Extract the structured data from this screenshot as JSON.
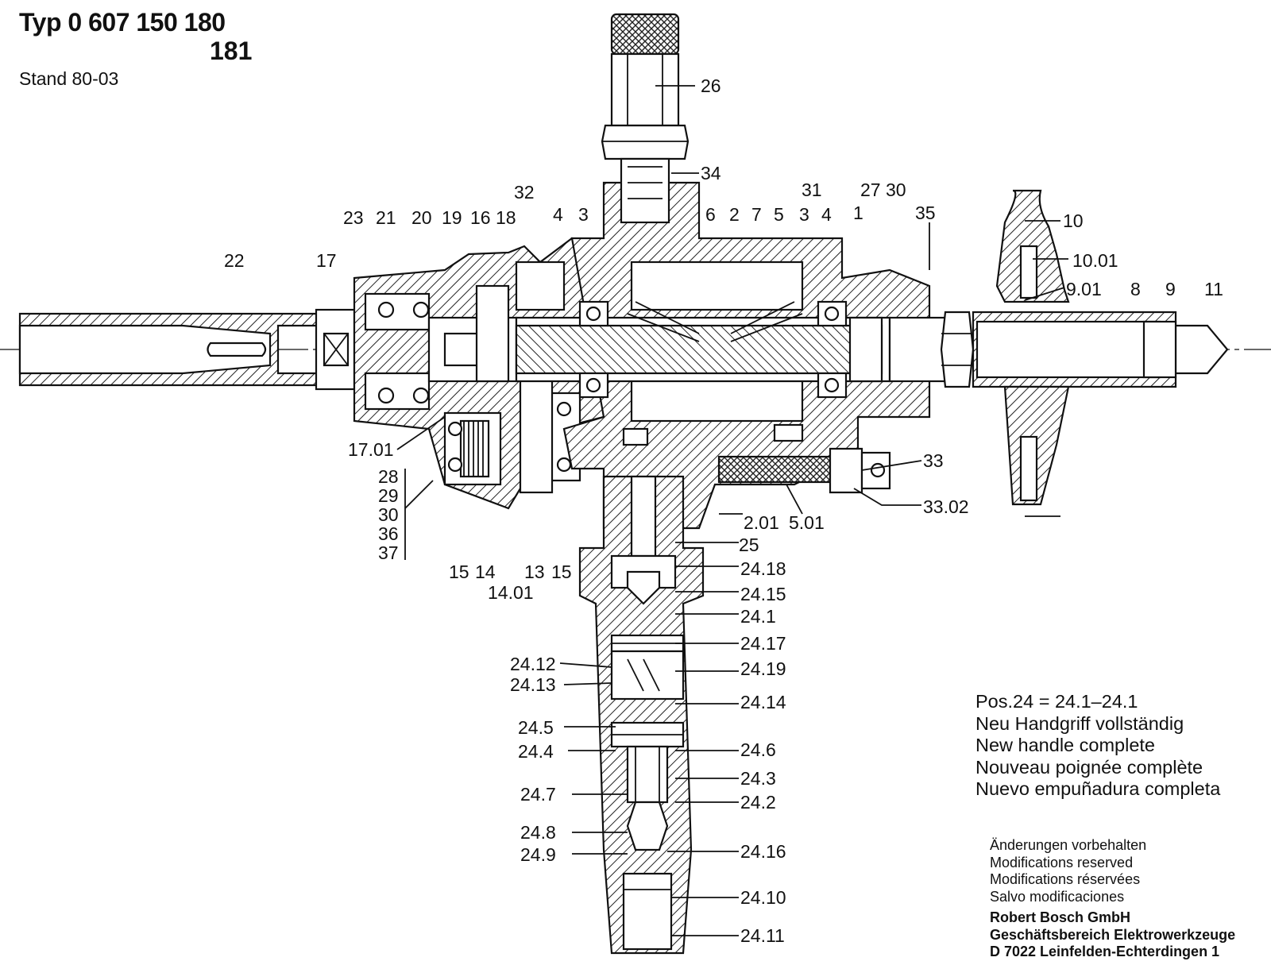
{
  "header": {
    "typ": "Typ 0 607 150 180",
    "typ_alt": "181",
    "stand": "Stand 80-03"
  },
  "note": {
    "line1": "Pos.24 = 24.1–24.1",
    "line2": "Neu Handgriff vollständig",
    "line3": "New handle complete",
    "line4": "Nouveau poignée complète",
    "line5": "Nuevo empuñadura completa"
  },
  "modifications": {
    "de": "Änderungen vorbehalten",
    "en": "Modifications reserved",
    "fr": "Modifications réservées",
    "es": "Salvo modificaciones"
  },
  "company": {
    "name": "Robert Bosch GmbH",
    "division": "Geschäftsbereich Elektrowerkzeuge",
    "address": "D 7022 Leinfelden-Echterdingen 1"
  },
  "labels": {
    "p26": "26",
    "p34": "34",
    "p32": "32",
    "p31": "31",
    "p27_30": "27 30",
    "p35": "35",
    "p10": "10",
    "p10_01": "10.01",
    "p9_01": "9.01",
    "p8": "8",
    "p9": "9",
    "p11": "11",
    "p22": "22",
    "p17": "17",
    "p23": "23",
    "p21": "21",
    "p20": "20",
    "p19": "19",
    "p16": "16",
    "p18": "18",
    "p4a": "4",
    "p3a": "3",
    "p6": "6",
    "p2": "2",
    "p7": "7",
    "p5": "5",
    "p3b": "3",
    "p4b": "4",
    "p1": "1",
    "p17_01": "17.01",
    "p28": "28",
    "p29": "29",
    "p30": "30",
    "p36": "36",
    "p37": "37",
    "p15a": "15",
    "p14": "14",
    "p14_01": "14.01",
    "p13": "13",
    "p15b": "15",
    "p2_01": "2.01",
    "p5_01": "5.01",
    "p33": "33",
    "p33_02": "33.02",
    "p25": "25",
    "p24_18": "24.18",
    "p24_15": "24.15",
    "p24_1": "24.1",
    "p24_17": "24.17",
    "p24_12": "24.12",
    "p24_13": "24.13",
    "p24_19": "24.19",
    "p24_14": "24.14",
    "p24_5": "24.5",
    "p24_4": "24.4",
    "p24_6": "24.6",
    "p24_3": "24.3",
    "p24_7": "24.7",
    "p24_2": "24.2",
    "p24_8": "24.8",
    "p24_9": "24.9",
    "p24_16": "24.16",
    "p24_10": "24.10",
    "p24_11": "24.11"
  }
}
